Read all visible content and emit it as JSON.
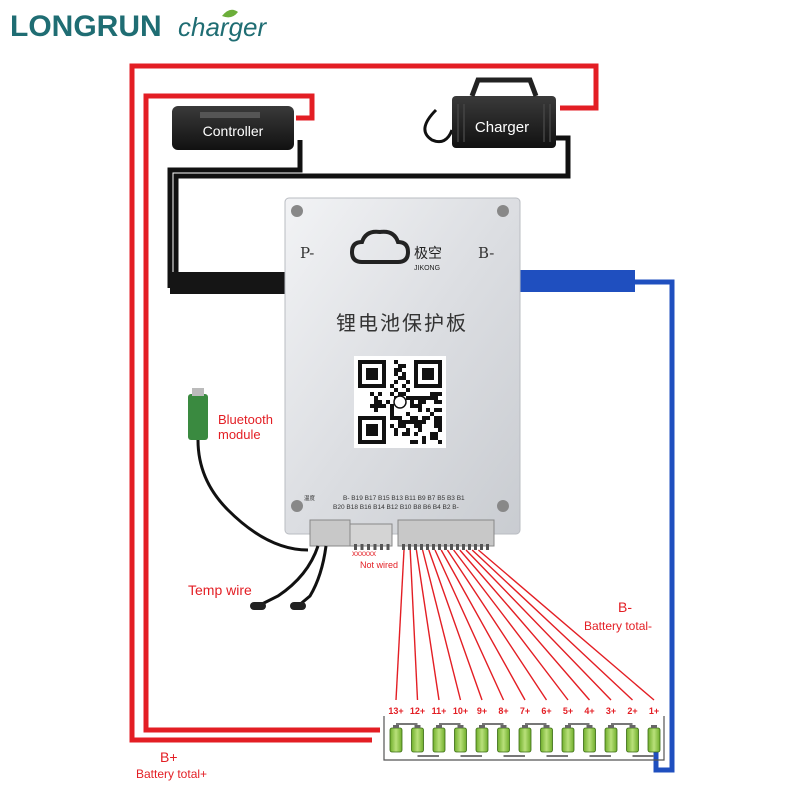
{
  "logo": {
    "brand": "LONGRUN",
    "suffix": "charger",
    "color": "#1f6d73"
  },
  "devices": {
    "controller": "Controller",
    "charger": "Charger",
    "bluetooth": [
      "Bluetooth",
      "module"
    ]
  },
  "bms": {
    "p_terminal": "P-",
    "b_terminal": "B-",
    "logo_cn": "极空",
    "logo_en": "JIKONG",
    "title_cn": "锂电池保护板",
    "pin_prefix": "温度",
    "pins_top": "B- B19 B17 B15 B13 B11 B9 B7 B5 B3 B1",
    "pins_bottom": "B20 B18 B16 B14 B12 B10 B8 B6 B4 B2 B-"
  },
  "labels": {
    "temp_wire": "Temp wire",
    "not_wired": "Not wired",
    "not_wired_marks": "xxxxxx",
    "b_minus": "B-",
    "b_minus_total": "Battery total-",
    "b_plus": "B+",
    "b_plus_total": "Battery total+"
  },
  "cells": [
    "13+",
    "12+",
    "11+",
    "10+",
    "9+",
    "8+",
    "7+",
    "6+",
    "5+",
    "4+",
    "3+",
    "2+",
    "1+"
  ],
  "colors": {
    "red_wire": "#e31e24",
    "blue_wire": "#1f4fbf",
    "black_wire": "#111111",
    "label_red": "#e31e24",
    "cell_green": "#8cc63f"
  }
}
